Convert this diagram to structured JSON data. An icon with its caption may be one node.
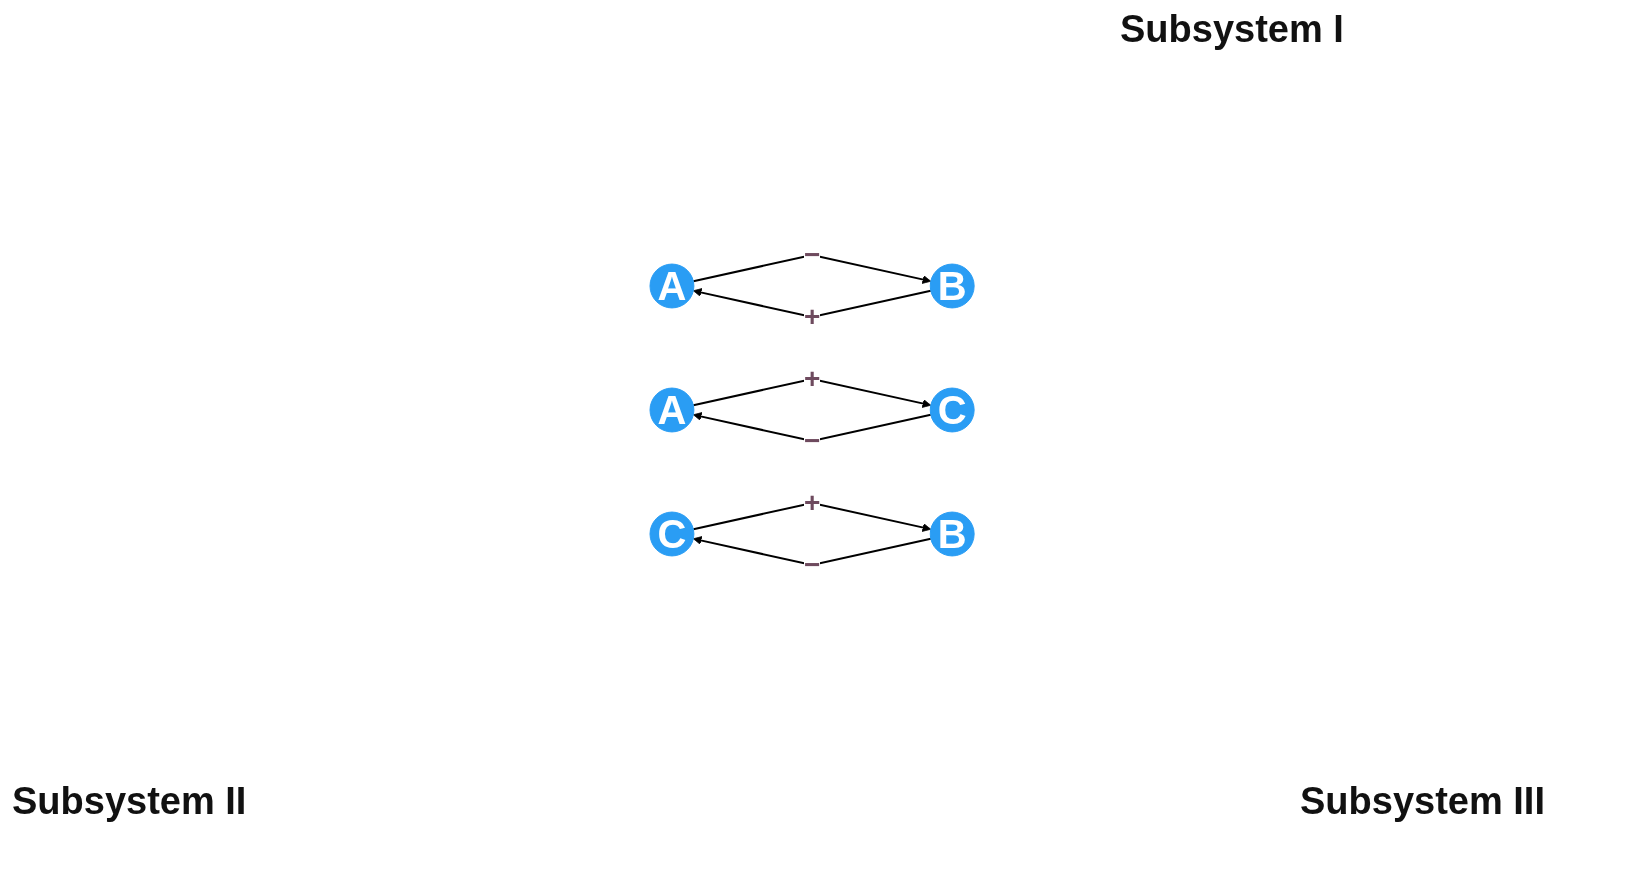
{
  "diagram": {
    "nodes": [
      {
        "text": [
          "A"
        ]
      },
      {
        "text": [
          "B"
        ]
      },
      {
        "text": [
          "A"
        ]
      },
      {
        "text": [
          "C"
        ]
      },
      {
        "text": [
          "C"
        ]
      },
      {
        "text": [
          "B"
        ]
      }
    ],
    "edges": [
      {
        "from": 0,
        "to": 1,
        "arrow": "to",
        "label": "−"
      },
      {
        "from": 1,
        "to": 0,
        "arrow": "to",
        "label": "+"
      },
      {
        "from": 2,
        "to": 3,
        "arrow": "to",
        "label": "+"
      },
      {
        "from": 3,
        "to": 2,
        "arrow": "to",
        "label": "−"
      },
      {
        "from": 4,
        "to": 5,
        "arrow": "to",
        "label": "+"
      },
      {
        "from": 5,
        "to": 4,
        "arrow": "to",
        "label": "−"
      }
    ],
    "labels": [
      "Subsystem I",
      "Subsystem II",
      "Subsystem III"
    ]
  }
}
